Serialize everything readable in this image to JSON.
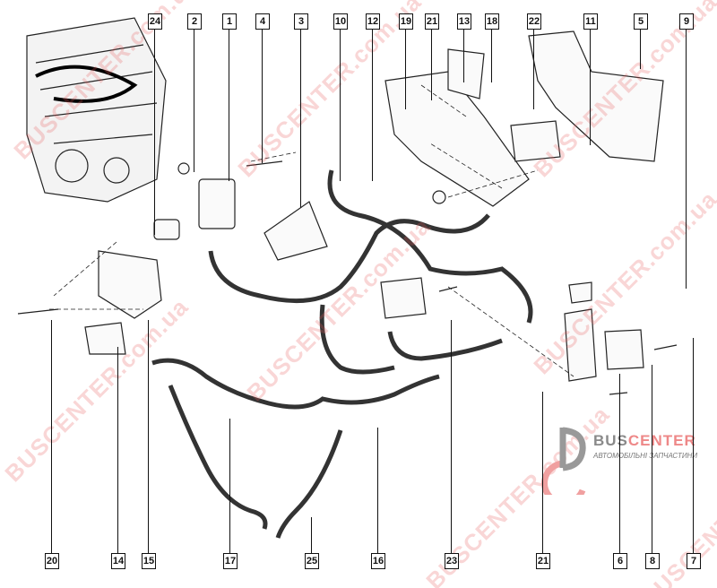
{
  "top_callouts": [
    "24",
    "2",
    "1",
    "4",
    "3",
    "10",
    "12",
    "19",
    "21",
    "13",
    "18",
    "22",
    "11",
    "5",
    "9"
  ],
  "bottom_callouts": [
    "20",
    "14",
    "15",
    "17",
    "25",
    "16",
    "23",
    "21",
    "6",
    "8",
    "7"
  ],
  "watermark": "BUSCENTER.com.ua",
  "logo": {
    "brand_part1": "BUS",
    "brand_part2": "CENTER",
    "tagline": "АВТОМОБІЛЬНІ ЗАПЧАСТИНИ"
  },
  "colors": {
    "line": "#111111",
    "watermark": "#e65a5a",
    "logo_gray": "#8a8a8a"
  }
}
